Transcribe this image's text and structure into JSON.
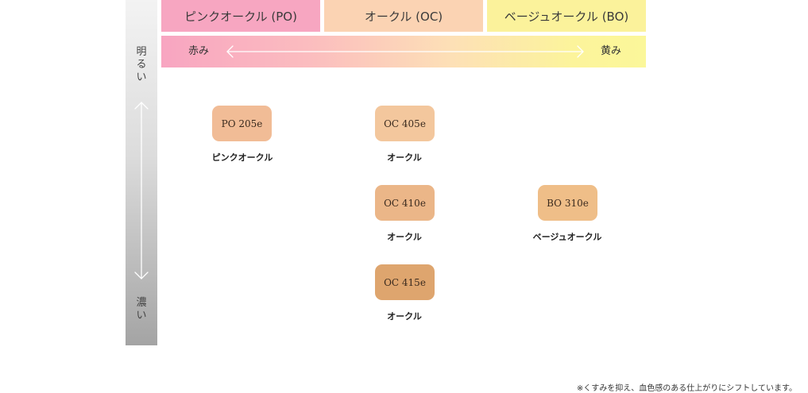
{
  "brightness_axis": {
    "top_label": "明るい",
    "bottom_label": "濃い"
  },
  "categories": [
    {
      "key": "po",
      "label": "ピンクオークル (PO)",
      "color": "#f7a6c1"
    },
    {
      "key": "oc",
      "label": "オークル (OC)",
      "color": "#fbd3b3"
    },
    {
      "key": "bo",
      "label": "ベージュオークル (BO)",
      "color": "#fbf29b"
    }
  ],
  "tone_axis": {
    "left_label": "赤み",
    "right_label": "黄み"
  },
  "products": {
    "po205": {
      "code": "PO 205e",
      "name": "ピンクオークル",
      "color": "#f1bc96"
    },
    "oc405": {
      "code": "OC 405e",
      "name": "オークル",
      "color": "#f3c79d"
    },
    "oc410": {
      "code": "OC 410e",
      "name": "オークル",
      "color": "#ebb688"
    },
    "bo310": {
      "code": "BO 310e",
      "name": "ベージュオークル",
      "color": "#efbe88"
    },
    "oc415": {
      "code": "OC 415e",
      "name": "オークル",
      "color": "#dea56e"
    }
  },
  "footnote": "※くすみを抑え、血色感のある仕上がりにシフトしています。"
}
